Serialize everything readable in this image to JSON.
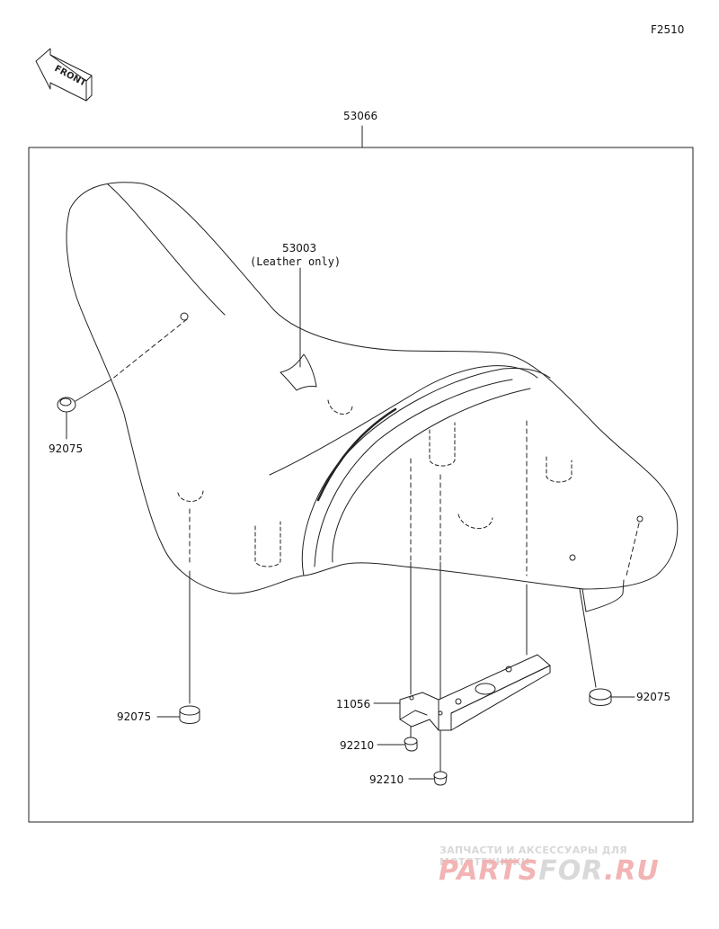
{
  "figure_code": "F2510",
  "front_label": "FRONT",
  "parts": {
    "seat_assembly": "53066",
    "label_part": "53003",
    "label_note": "(Leather only)",
    "damper_left": "92075",
    "damper_bottom": "92075",
    "damper_right": "92075",
    "bracket": "11056",
    "nut_a": "92210",
    "nut_b": "92210"
  },
  "watermark": {
    "tagline": "ЗАПЧАСТИ И АКСЕССУАРЫ ДЛЯ МОТОТЕХНИКИ",
    "brand_a": "PARTS",
    "brand_b": "FOR",
    "brand_c": ".RU"
  },
  "colors": {
    "line": "#222222",
    "watermark_red": "#f2b4b4",
    "watermark_gray": "#d9d9d9"
  }
}
